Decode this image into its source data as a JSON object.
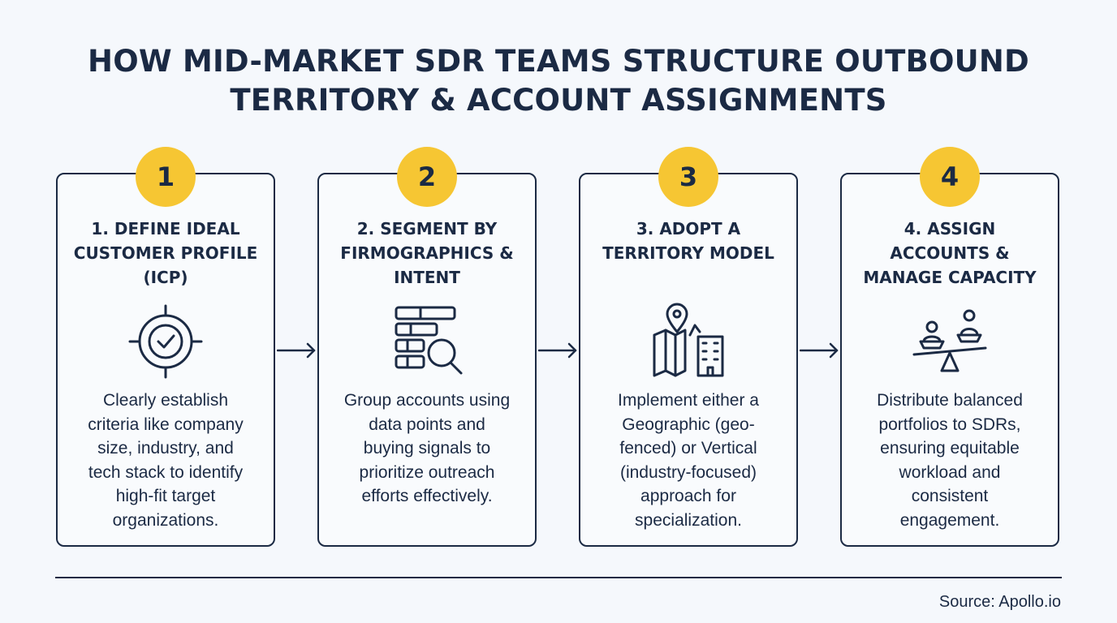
{
  "title": {
    "line1": "HOW MID-MARKET SDR TEAMS STRUCTURE OUTBOUND",
    "line2": "TERRITORY & ACCOUNT ASSIGNMENTS"
  },
  "steps": [
    {
      "number": "1",
      "title_lines": [
        "1. DEFINE IDEAL",
        "CUSTOMER PROFILE",
        "(ICP)"
      ],
      "icon": "target-icon",
      "desc_lines": [
        "Clearly establish",
        "criteria like company",
        "size, industry, and",
        "tech stack to identify",
        "high-fit target",
        "organizations."
      ]
    },
    {
      "number": "2",
      "title_lines": [
        "2. SEGMENT BY",
        "FIRMOGRAPHICS &",
        "INTENT"
      ],
      "icon": "data-search-icon",
      "desc_lines": [
        "Group accounts using",
        "data points and",
        "buying signals to",
        "prioritize outreach",
        "efforts effectively."
      ]
    },
    {
      "number": "3",
      "title_lines": [
        "3. ADOPT A",
        "TERRITORY MODEL"
      ],
      "icon": "map-building-icon",
      "desc_lines": [
        "Implement either a",
        "Geographic (geo-",
        "fenced) or Vertical",
        "(industry-focused)",
        "approach for",
        "specialization."
      ]
    },
    {
      "number": "4",
      "title_lines": [
        "4. ASSIGN",
        "ACCOUNTS &",
        "MANAGE CAPACITY"
      ],
      "icon": "balance-scale-icon",
      "desc_lines": [
        "Distribute balanced",
        "portfolios to SDRs,",
        "ensuring equitable",
        "workload and",
        "consistent",
        "engagement."
      ]
    }
  ],
  "footer": {
    "source": "Source: Apollo.io"
  },
  "colors": {
    "ink": "#1b2a44",
    "badge": "#f6c633",
    "background": "#f5f8fc"
  }
}
